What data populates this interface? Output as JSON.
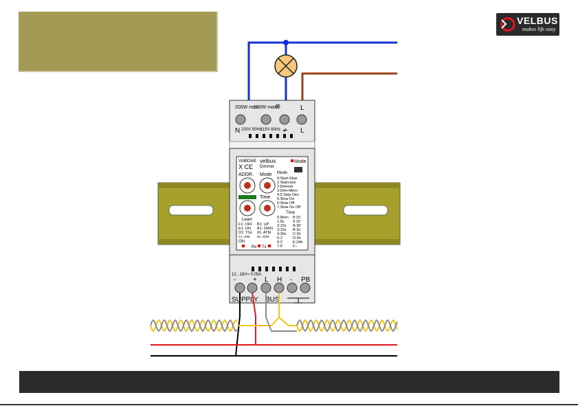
{
  "logo": {
    "name": "VELBUS",
    "tagline": "makes life easy",
    "icon": "velbus-logo-icon"
  },
  "module": {
    "model": "VMBDME",
    "brand": "velbus",
    "type": "Dimmer",
    "watt_spec": "200W max.",
    "mains_n": "N",
    "mains_spec": "230V 50Hz",
    "load_spec": "100W max.",
    "n_spec": "115V 60Hz",
    "l_label": "L",
    "addr_label": "ADDR.",
    "mode_label": "Mode",
    "time_label": "Time",
    "learn_label": "Learn",
    "on_label": "ON",
    "rx_label": "Rx",
    "tx_label": "Tx",
    "mode_list": [
      "0:Start-Stop",
      "1:Staircase",
      "2:Dimmer",
      "3:Dim+Mem",
      "4:5 Step Dim",
      "5:Slow On",
      "6:Slow Off",
      "7:Slow On Off"
    ],
    "time_col1": [
      "0:Mom",
      "1:5s",
      "2:10s",
      "3:15s",
      "4:30s",
      "5:1'",
      "6:2'",
      "7:5'"
    ],
    "time_col2": [
      "8:10'",
      "9:15'",
      "A:30'",
      "B:1h",
      "C:2h",
      "D:3h",
      "E:24h",
      "F:-"
    ],
    "learn_col1": [
      "F1: OFF",
      "E1: ON",
      "D1: TGL",
      "C1: DIM"
    ],
    "learn_col2": [
      "B1: UP",
      "A1: DWN",
      "91: ATM",
      "81: ADM"
    ],
    "supply_spec": "12...18V= 0.05A",
    "supply_label": "SUPPLY",
    "bus_label": "BUS",
    "bus_l": "L",
    "bus_h": "H",
    "minus": "-",
    "plus": "+",
    "pb_label": "PB"
  },
  "colors": {
    "olive": "#a39a55",
    "rail": "#a7a02a",
    "blue_wire": "#1330d8",
    "brown_wire": "#9a4311",
    "red_wire": "#e2161c",
    "yellow_wire": "#f2c316",
    "gray_wire": "#8c8c8c",
    "lamp": "#f7c77a"
  }
}
